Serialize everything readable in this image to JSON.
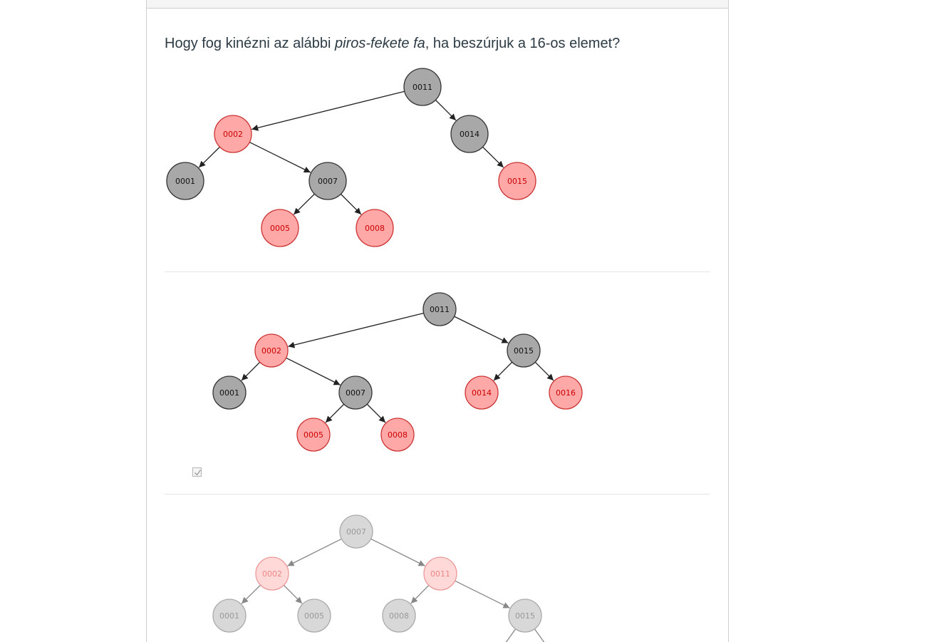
{
  "question": {
    "text_before": "Hogy fog kinézni az alábbi ",
    "text_italic": "piros-fekete fa",
    "text_after": ", ha beszúrjuk a 16-os elemet?"
  },
  "colors": {
    "black_node_fill": "#a8a8a8",
    "black_node_stroke": "#333333",
    "black_node_text": "#111111",
    "red_node_fill": "#ffa8a8",
    "red_node_stroke": "#cc3333",
    "red_node_text": "#cc0000",
    "faded_black_fill": "#d8d8d8",
    "faded_black_stroke": "#aaaaaa",
    "faded_black_text": "#999999",
    "faded_red_fill": "#ffd8d8",
    "faded_red_stroke": "#ee9999",
    "faded_red_text": "#ee8888",
    "edge": "#222222",
    "faded_edge": "#888888"
  },
  "original_tree": {
    "nodes": [
      {
        "id": "n11",
        "label": "0011",
        "color": "black"
      },
      {
        "id": "n2",
        "label": "0002",
        "color": "red"
      },
      {
        "id": "n14",
        "label": "0014",
        "color": "black"
      },
      {
        "id": "n1",
        "label": "0001",
        "color": "black"
      },
      {
        "id": "n7",
        "label": "0007",
        "color": "black"
      },
      {
        "id": "n15",
        "label": "0015",
        "color": "red"
      },
      {
        "id": "n5",
        "label": "0005",
        "color": "red"
      },
      {
        "id": "n8",
        "label": "0008",
        "color": "red"
      }
    ],
    "edges": [
      [
        "n11",
        "n2"
      ],
      [
        "n11",
        "n14"
      ],
      [
        "n2",
        "n1"
      ],
      [
        "n2",
        "n7"
      ],
      [
        "n14",
        "n15"
      ],
      [
        "n7",
        "n5"
      ],
      [
        "n7",
        "n8"
      ]
    ]
  },
  "answers": [
    {
      "selected": true,
      "faded": false,
      "nodes": [
        {
          "id": "a11",
          "label": "0011",
          "color": "black"
        },
        {
          "id": "a2",
          "label": "0002",
          "color": "red"
        },
        {
          "id": "a15",
          "label": "0015",
          "color": "black"
        },
        {
          "id": "a1",
          "label": "0001",
          "color": "black"
        },
        {
          "id": "a7",
          "label": "0007",
          "color": "black"
        },
        {
          "id": "a14",
          "label": "0014",
          "color": "red"
        },
        {
          "id": "a16",
          "label": "0016",
          "color": "red"
        },
        {
          "id": "a5",
          "label": "0005",
          "color": "red"
        },
        {
          "id": "a8",
          "label": "0008",
          "color": "red"
        }
      ],
      "edges": [
        [
          "a11",
          "a2"
        ],
        [
          "a11",
          "a15"
        ],
        [
          "a2",
          "a1"
        ],
        [
          "a2",
          "a7"
        ],
        [
          "a15",
          "a14"
        ],
        [
          "a15",
          "a16"
        ],
        [
          "a7",
          "a5"
        ],
        [
          "a7",
          "a8"
        ]
      ]
    },
    {
      "selected": false,
      "faded": true,
      "nodes": [
        {
          "id": "b7",
          "label": "0007",
          "color": "black"
        },
        {
          "id": "b2",
          "label": "0002",
          "color": "red"
        },
        {
          "id": "b11",
          "label": "0011",
          "color": "red"
        },
        {
          "id": "b1",
          "label": "0001",
          "color": "black"
        },
        {
          "id": "b5",
          "label": "0005",
          "color": "black"
        },
        {
          "id": "b8",
          "label": "0008",
          "color": "black"
        },
        {
          "id": "b15",
          "label": "0015",
          "color": "black"
        }
      ],
      "edges": [
        [
          "b7",
          "b2"
        ],
        [
          "b7",
          "b11"
        ],
        [
          "b2",
          "b1"
        ],
        [
          "b2",
          "b5"
        ],
        [
          "b11",
          "b8"
        ],
        [
          "b11",
          "b15"
        ]
      ],
      "partial_edges_from": "b15"
    }
  ]
}
